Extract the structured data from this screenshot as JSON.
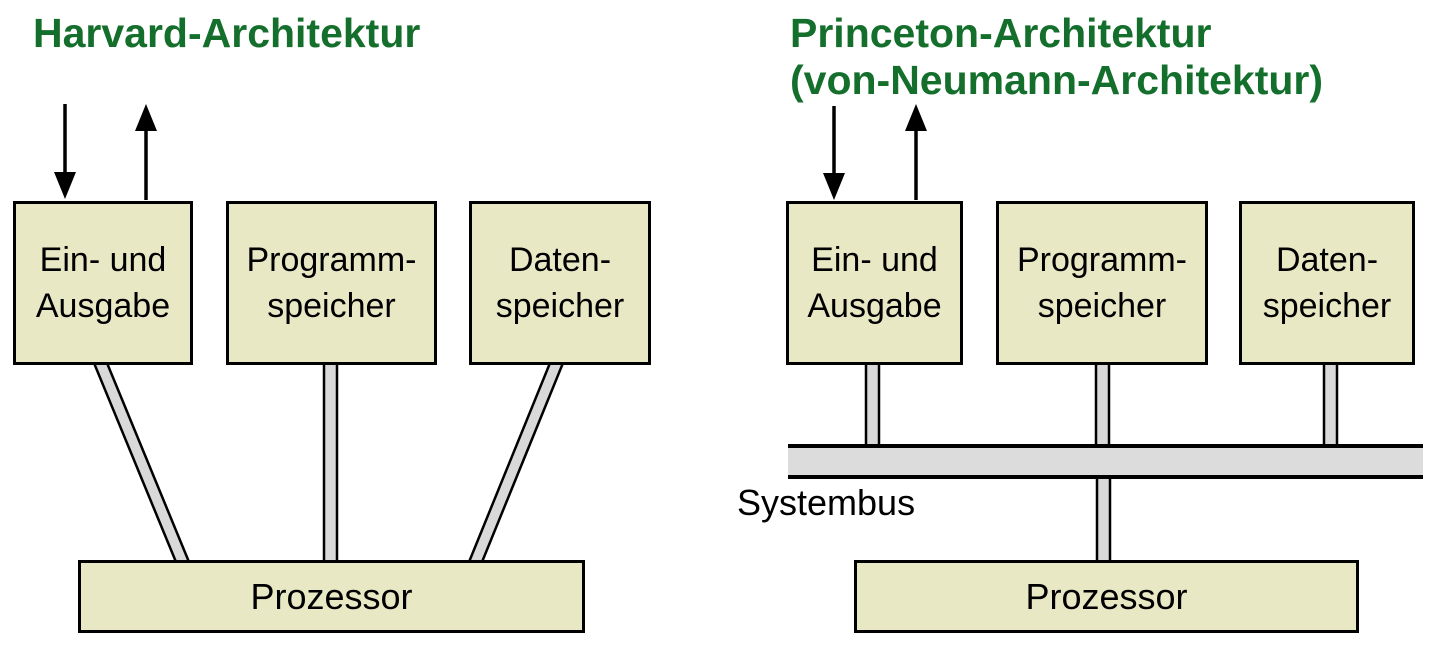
{
  "colors": {
    "title_green": "#156f2c",
    "box_fill": "#e9e8c5",
    "connector_gray": "#d9d9d9",
    "bus_gray": "#dcdcdc",
    "outline_black": "#000000",
    "background": "#ffffff"
  },
  "harvard": {
    "title": "Harvard-Architektur",
    "boxes": {
      "io": {
        "line1": "Ein- und",
        "line2": "Ausgabe"
      },
      "program": {
        "line1": "Programm-",
        "line2": "speicher"
      },
      "data": {
        "line1": "Daten-",
        "line2": "speicher"
      }
    },
    "processor": "Prozessor"
  },
  "princeton": {
    "title_line1": "Princeton-Architektur",
    "title_line2": "(von-Neumann-Architektur)",
    "boxes": {
      "io": {
        "line1": "Ein- und",
        "line2": "Ausgabe"
      },
      "program": {
        "line1": "Programm-",
        "line2": "speicher"
      },
      "data": {
        "line1": "Daten-",
        "line2": "speicher"
      }
    },
    "processor": "Prozessor",
    "bus_label": "Systembus"
  },
  "icons": {
    "input_arrow": "arrow-down",
    "output_arrow": "arrow-up"
  }
}
